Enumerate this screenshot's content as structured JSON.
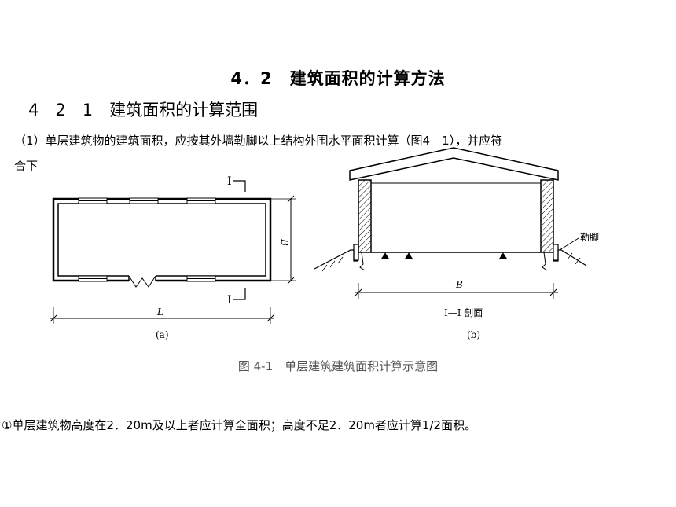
{
  "heading": {
    "title": "4．2　建筑面积的计算方法",
    "subtitle": "4　2　1　建筑面积的计算范围"
  },
  "paragraph1": {
    "line1": "（1）单层建筑物的建筑面积，应按其外墙勒脚以上结构外围水平面积计算（图4　1），并应符",
    "line2": "合下"
  },
  "figure": {
    "section_mark": "I",
    "label_B": "B",
    "label_L": "L",
    "label_a": "(a)",
    "label_b": "(b)",
    "plinth_label": "勒脚",
    "section_label": "I—I 剖面",
    "caption": "图 4-1　单层建筑建筑面积计算示意图"
  },
  "note": "①单层建筑物高度在2．20m及以上者应计算全面积；高度不足2．20m者应计算1/2面积。"
}
